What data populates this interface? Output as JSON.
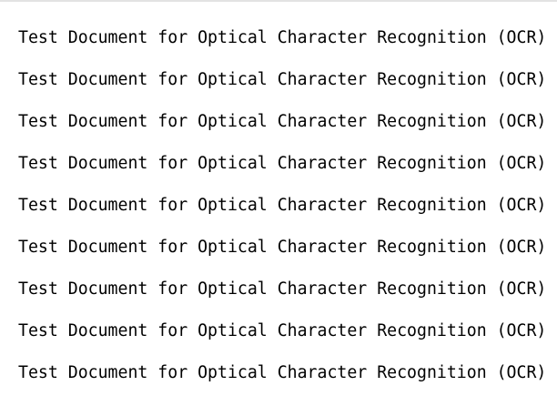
{
  "document": {
    "background_color": "#ffffff",
    "text_color": "#000000",
    "top_rule_color": "#e3e3e3",
    "line_text": "Test Document for Optical Character Recognition (OCR)",
    "lines": [
      "Test Document for Optical Character Recognition (OCR)",
      "Test Document for Optical Character Recognition (OCR)",
      "Test Document for Optical Character Recognition (OCR)",
      "Test Document for Optical Character Recognition (OCR)",
      "Test Document for Optical Character Recognition (OCR)",
      "Test Document for Optical Character Recognition (OCR)",
      "Test Document for Optical Character Recognition (OCR)",
      "Test Document for Optical Character Recognition (OCR)",
      "Test Document for Optical Character Recognition (OCR)"
    ]
  }
}
